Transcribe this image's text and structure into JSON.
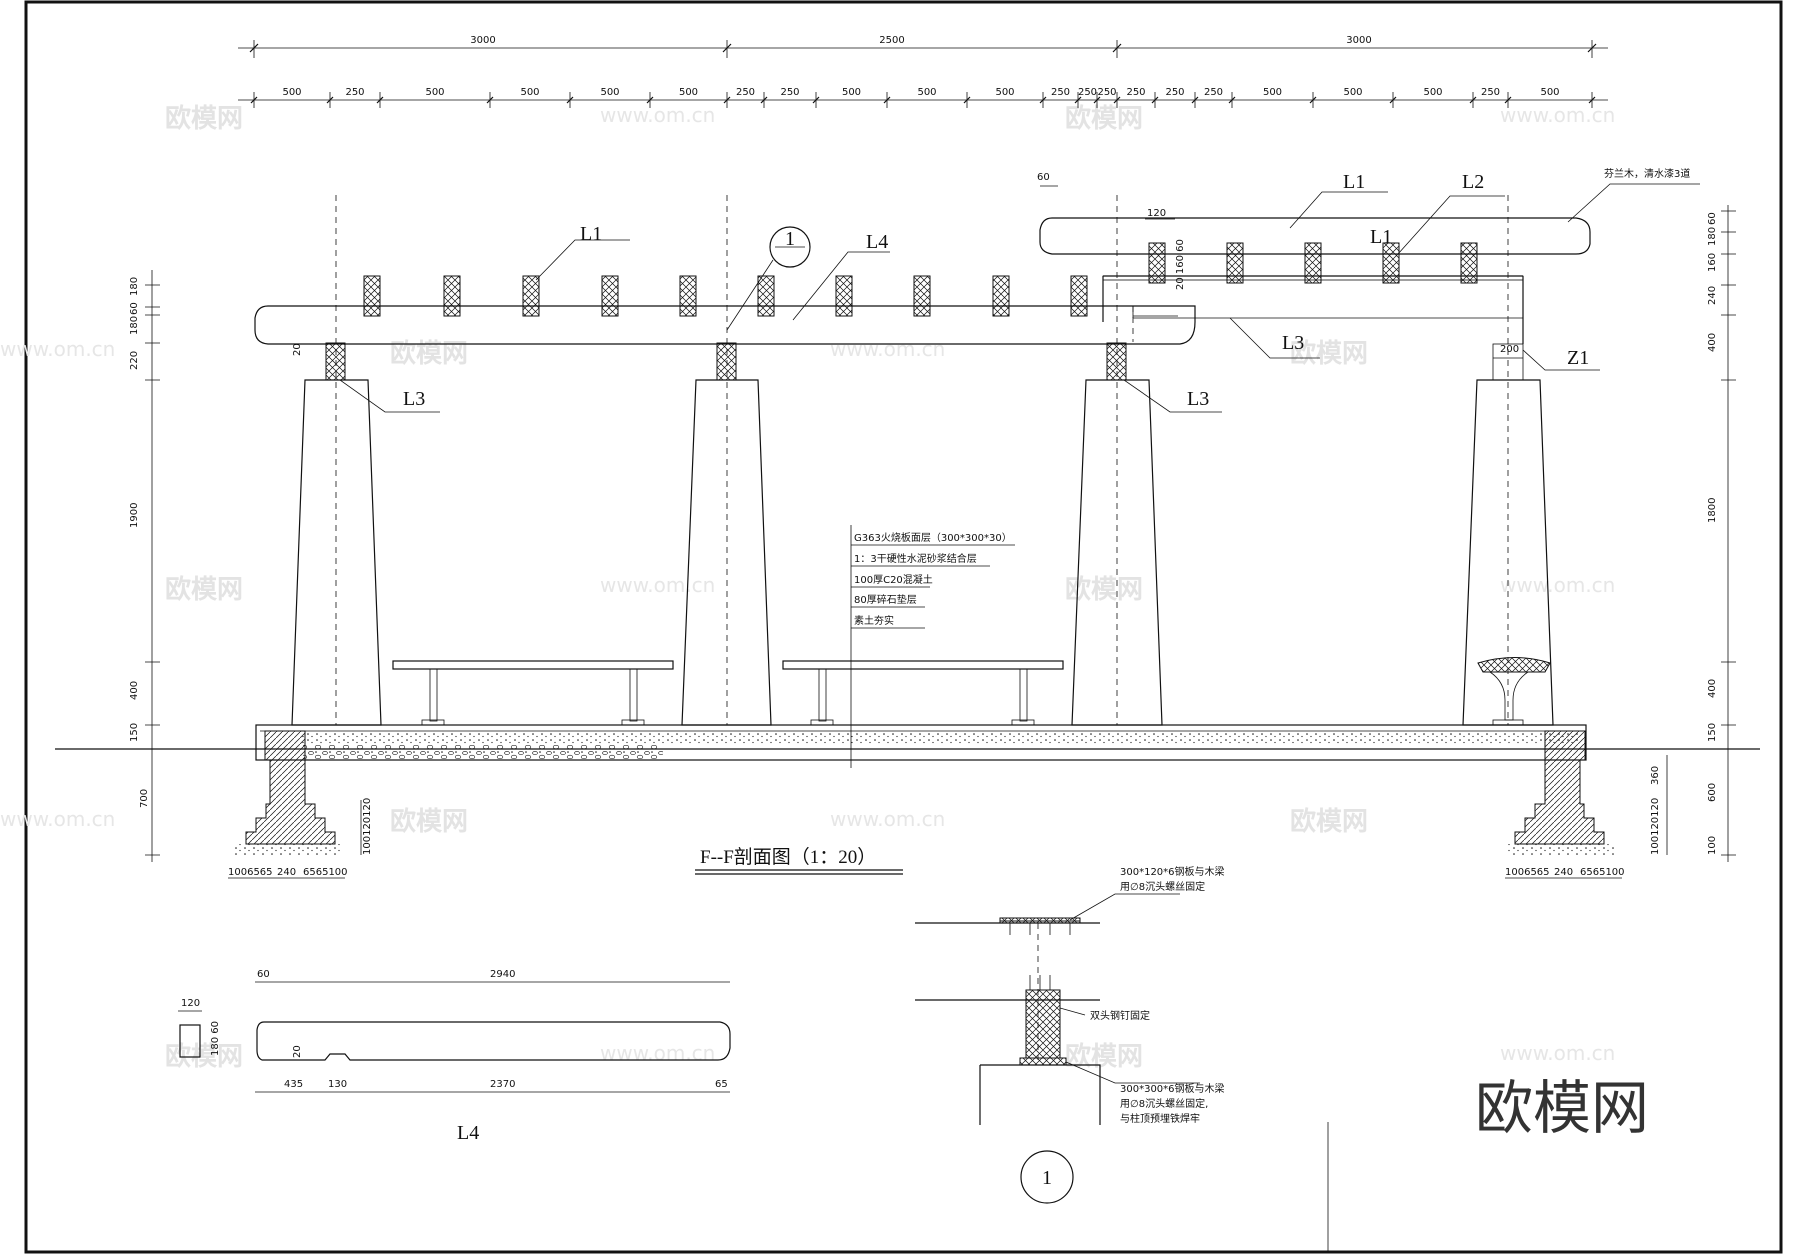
{
  "drawing": {
    "title": "F--F剖面图（1：20）",
    "brand": "欧模网",
    "watermark_text": "欧模网",
    "watermark_url": "www.om.cn",
    "detail_circle": "1"
  },
  "top_dims": {
    "overall": [
      "3000",
      "2500",
      "3000"
    ],
    "segments": [
      "500",
      "250",
      "500",
      "500",
      "500",
      "500",
      "250",
      "250",
      "500",
      "500",
      "500",
      "250",
      "250",
      "250",
      "250",
      "250",
      "250",
      "500",
      "500",
      "500",
      "250",
      "500"
    ]
  },
  "labels": {
    "L1_left": "L1",
    "L4": "L4",
    "L1_right": "L1",
    "L2": "L2",
    "L1_mid": "L1",
    "L3_right": "L3",
    "Z1": "Z1",
    "L3_a": "L3",
    "L3_b": "L3",
    "marker": "1"
  },
  "small_dims": {
    "d60": "60",
    "d120": "120",
    "d200": "200",
    "d20": "20",
    "stack_top": "20 160 60"
  },
  "note_top_right": "芬兰木，清水漆3道",
  "floor_layers": [
    "G363火烧板面层（300*300*30）",
    "1：3干硬性水泥砂浆结合层",
    "100厚C20混凝土",
    "80厚碎石垫层",
    "素土夯实"
  ],
  "left_dims": [
    "180",
    "60",
    "180",
    "220",
    "1900",
    "400",
    "150",
    "700"
  ],
  "left_small": "100120120",
  "right_dims": [
    "60",
    "180",
    "160",
    "240",
    "400",
    "1800",
    "400",
    "150",
    "360",
    "600",
    "100"
  ],
  "right_small": "100120120",
  "footing_dims": [
    "1006565",
    "240",
    "6565100"
  ],
  "footing_dims_right": [
    "1006565",
    "240",
    "6565100"
  ],
  "l4_detail": {
    "label": "L4",
    "top_dims": [
      "60",
      "2940"
    ],
    "bottom_dims": [
      "435",
      "130",
      "2370",
      "65"
    ],
    "section_w": "120",
    "section_h": "180 60",
    "notch": "20"
  },
  "detail1": {
    "note_top": [
      "300*120*6钢板与木梁",
      "用∅8沉头螺丝固定"
    ],
    "note_mid": "双头钢钉固定",
    "note_bottom": [
      "300*300*6钢板与木梁",
      "用∅8沉头螺丝固定,",
      "与柱顶预埋铁焊牢"
    ]
  }
}
